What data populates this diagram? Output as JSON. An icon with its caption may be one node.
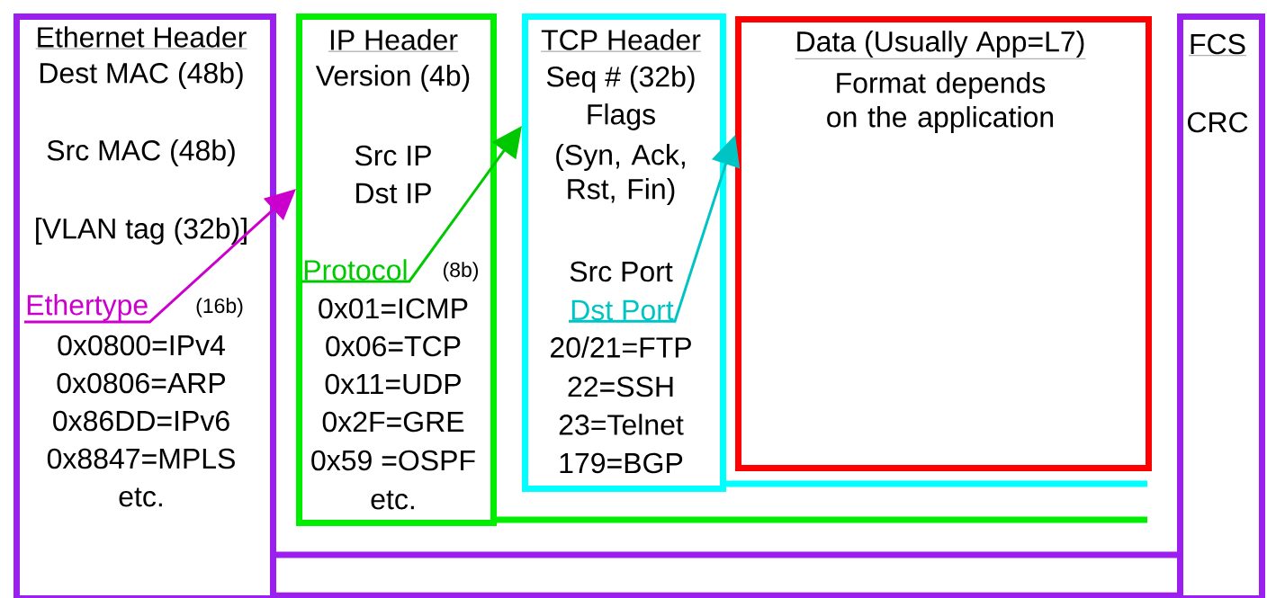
{
  "diagram": {
    "nodes": [
      {
        "text": [
          "Ethernet Header",
          "Dest MAC (48b)",
          "Src MAC (48b)",
          "[VLAN tag (32b)]",
          "(16b)",
          "0x0800=IPv4",
          "0x0806=ARP",
          "0x86DD=IPv6",
          "0x8847=MPLS",
          "etc."
        ]
      },
      {
        "text": [
          "Ethertype"
        ],
        "in": 0
      },
      {
        "text": [
          "IP Header",
          "Version (4b)",
          "Src IP",
          "Dst IP",
          "(8b)",
          "0x01=ICMP",
          "0x06=TCP",
          "0x11=UDP",
          "0x2F=GRE",
          "0x59 =OSPF",
          "etc."
        ]
      },
      {
        "text": [
          "Protocol"
        ],
        "in": 2
      },
      {
        "text": [
          "TCP Header",
          "Seq # (32b)",
          "Flags",
          "(Syn, Ack, Rst, Fin)",
          "Src Port",
          "20/21=FTP",
          "22=SSH",
          "23=Telnet",
          "179=BGP"
        ]
      },
      {
        "text": [
          "Dst Port"
        ],
        "in": 4
      },
      {
        "text": [
          "Data (Usually App=L7)",
          "Format depends on the application"
        ]
      },
      {
        "text": [
          "FCS",
          "CRC"
        ]
      }
    ],
    "edges": [
      {
        "from": 1,
        "to": 2,
        "arrow": "to",
        "color": "#cc00cc"
      },
      {
        "from": 3,
        "to": 4,
        "arrow": "to",
        "color": "#00c800"
      },
      {
        "from": 5,
        "to": 6,
        "arrow": "to",
        "color": "#00c4c4"
      }
    ]
  }
}
